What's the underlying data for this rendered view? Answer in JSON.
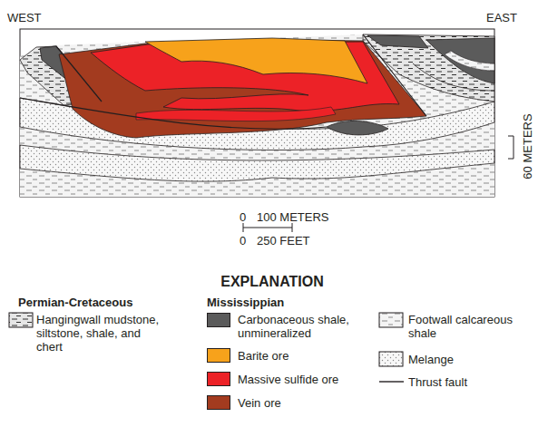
{
  "diagram": {
    "labels": [
      "WEST",
      "EAST",
      "60 METERS",
      "0",
      "100 METERS",
      "0",
      "250 FEET",
      "EXPLANATION",
      "Permian-Cretaceous",
      "Mississippian"
    ],
    "legend": [
      {
        "text": "Hangingwall mudstone, siltstone, shale, and chert"
      },
      {
        "text": "Carbonaceous shale, unmineralized",
        "color": "#5b5b5b"
      },
      {
        "text": "Barite ore",
        "color": "#f7a21b"
      },
      {
        "text": "Massive sulfide ore",
        "color": "#ec2227"
      },
      {
        "text": "Vein ore",
        "color": "#a33b1f"
      },
      {
        "text": "Footwall calcareous shale"
      },
      {
        "text": "Melange"
      },
      {
        "text": "Thrust fault"
      }
    ]
  }
}
